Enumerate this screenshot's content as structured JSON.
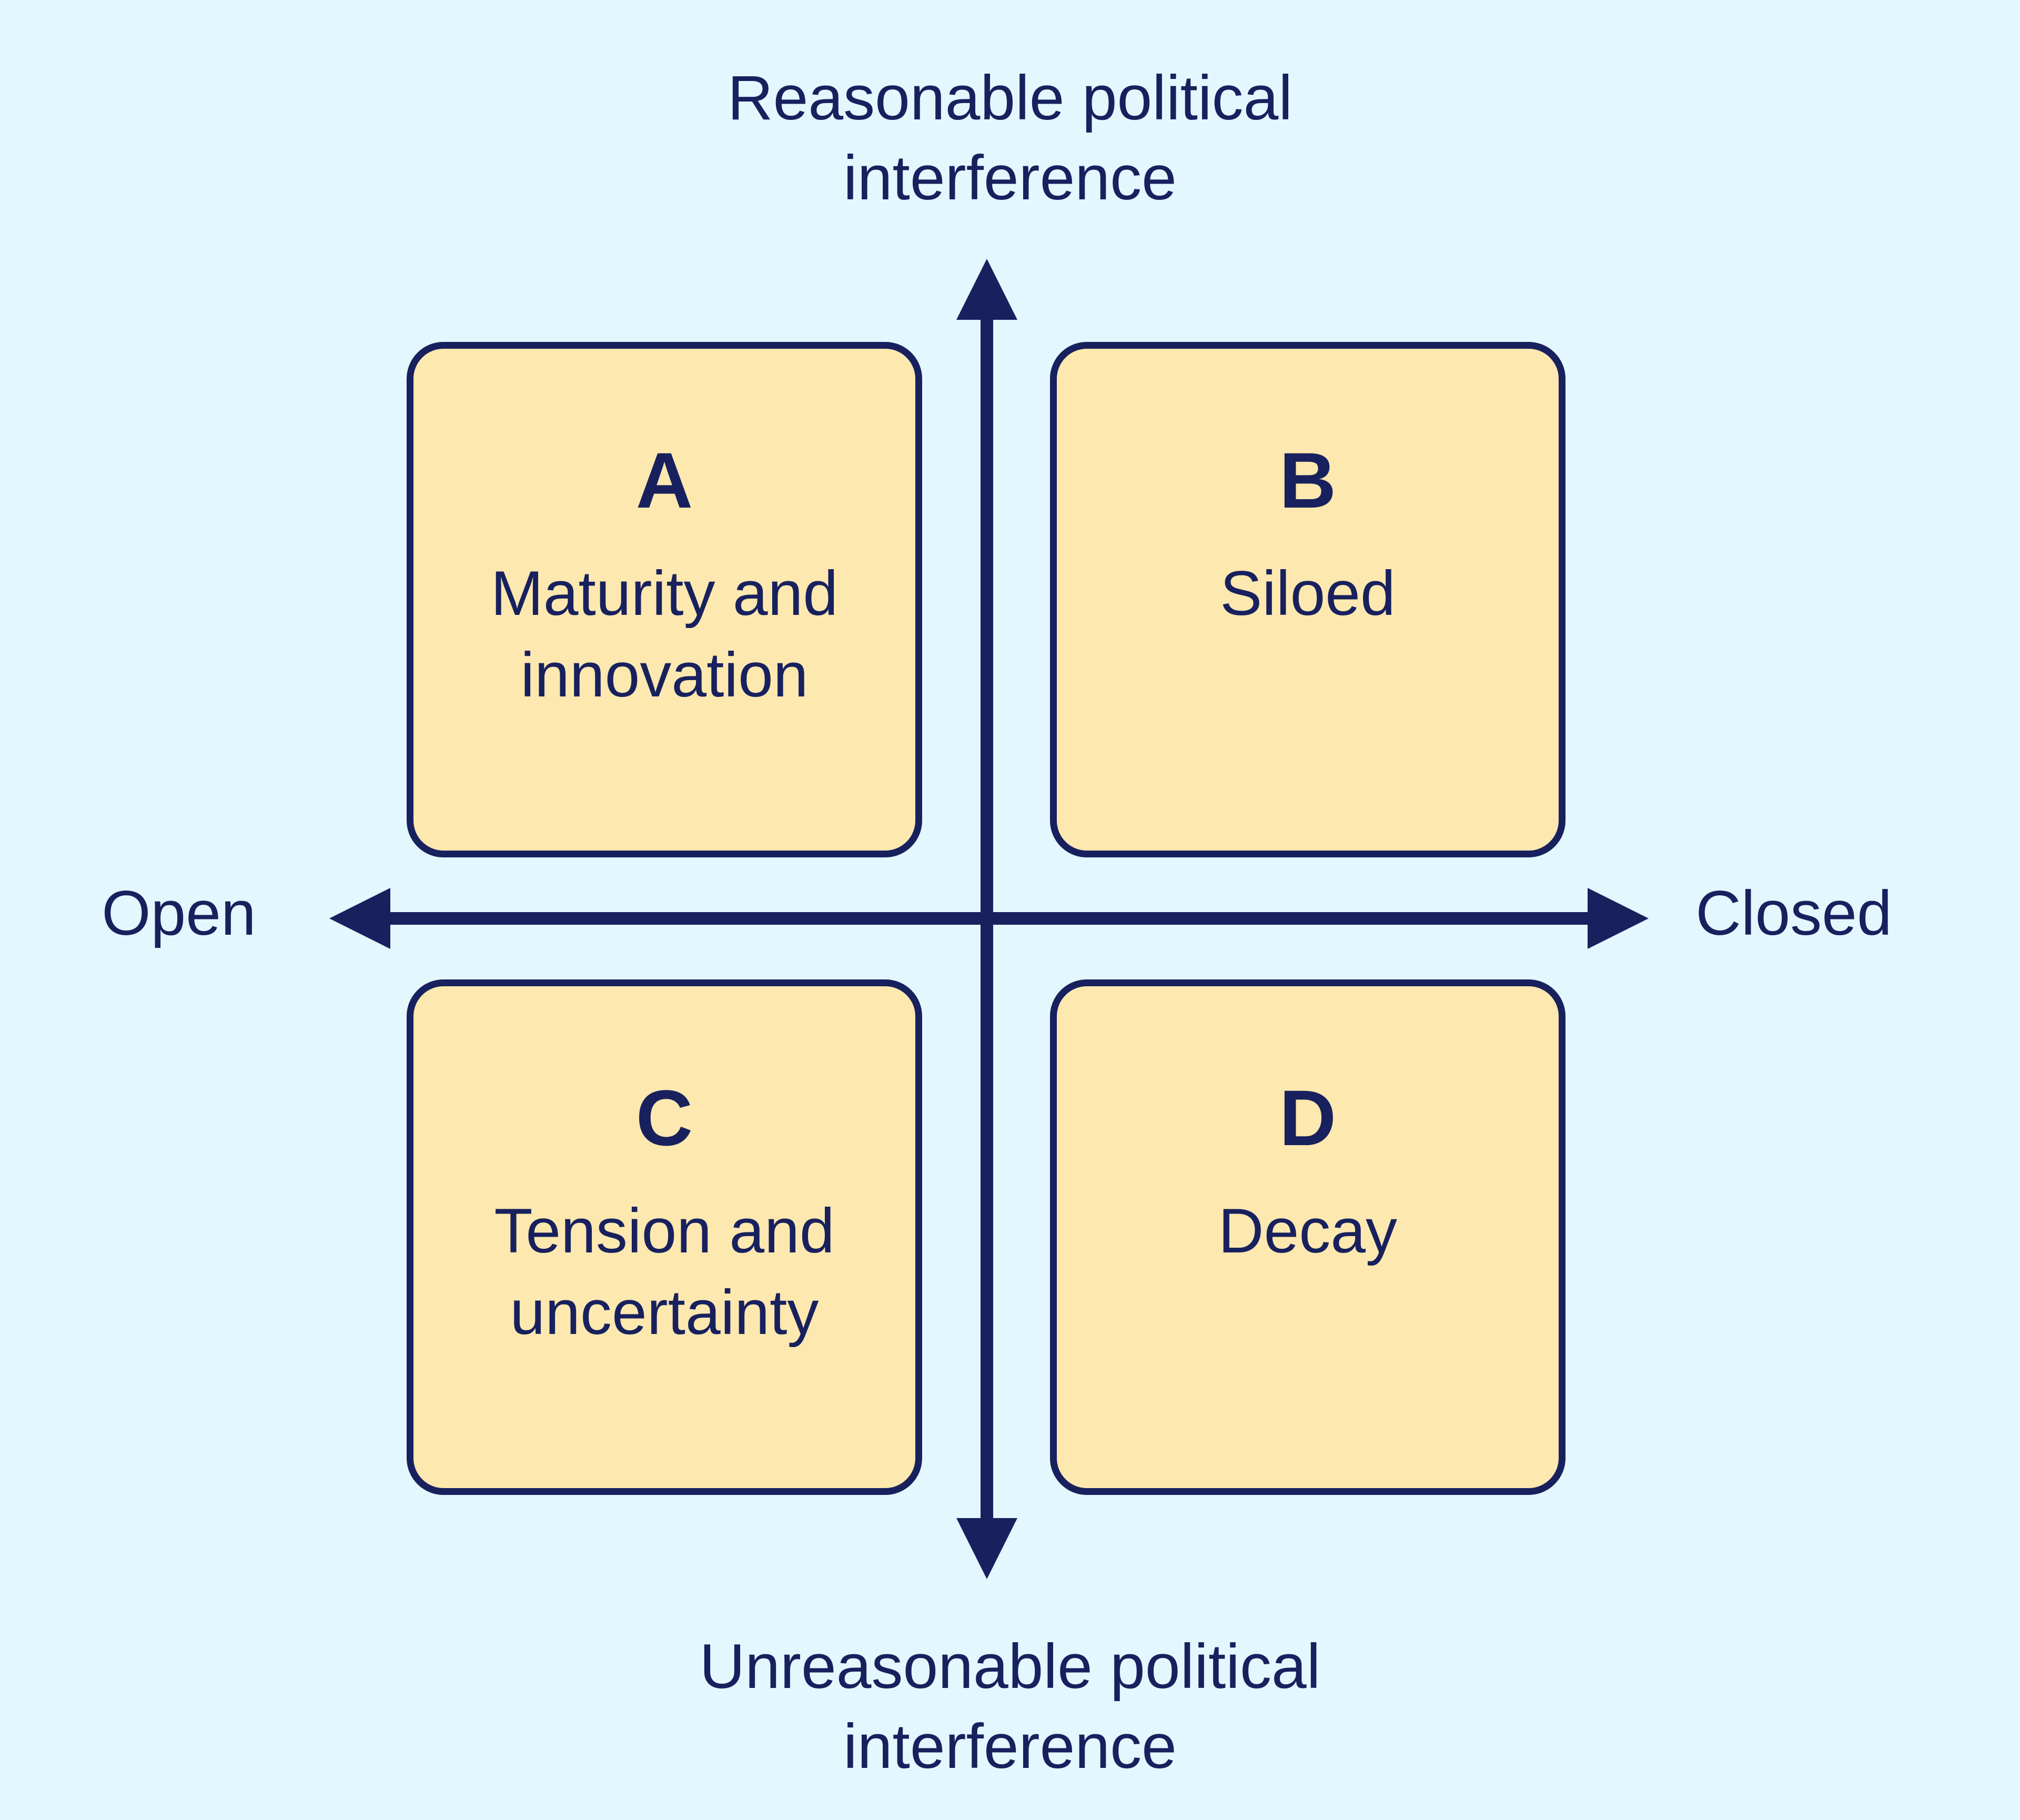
{
  "axes": {
    "top_label": [
      "Reasonable political",
      "interference"
    ],
    "bottom_label": [
      "Unreasonable political",
      "interference"
    ],
    "left_label": "Open",
    "right_label": "Closed"
  },
  "quadrants": [
    {
      "letter": "A",
      "text": [
        "Maturity and",
        "innovation"
      ]
    },
    {
      "letter": "B",
      "text": [
        "Siloed"
      ]
    },
    {
      "letter": "C",
      "text": [
        "Tension and",
        "uncertainty"
      ]
    },
    {
      "letter": "D",
      "text": [
        "Decay"
      ]
    }
  ],
  "colors": {
    "background": "#e3f7fe",
    "box_fill": "#fde8b0",
    "ink": "#18215e"
  }
}
